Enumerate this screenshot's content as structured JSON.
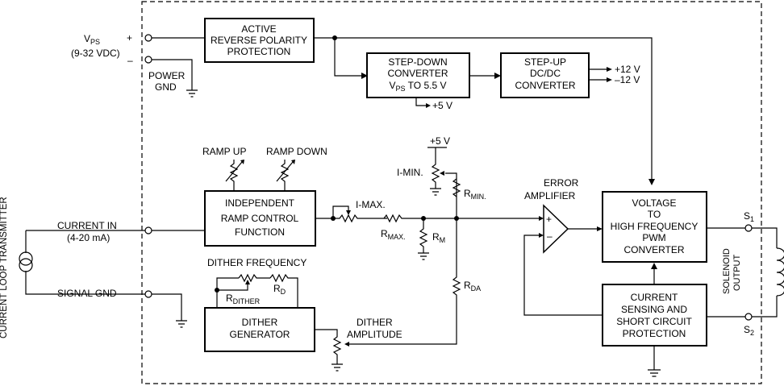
{
  "blocks": {
    "reverse_polarity": [
      "ACTIVE",
      "REVERSE POLARITY",
      "PROTECTION"
    ],
    "step_down": [
      "STEP-DOWN",
      "CONVERTER"
    ],
    "step_down_vps": "V",
    "step_down_vps_sub": "PS",
    "step_down_to": " TO 5.5 V",
    "step_up": [
      "STEP-UP",
      "DC/DC",
      "CONVERTER"
    ],
    "ramp_control": [
      "INDEPENDENT",
      "RAMP CONTROL",
      "FUNCTION"
    ],
    "dither_gen": [
      "DITHER",
      "GENERATOR"
    ],
    "pwm": [
      "VOLTAGE",
      "TO",
      "HIGH FREQUENCY",
      "PWM",
      "CONVERTER"
    ],
    "current_sense": [
      "CURRENT",
      "SENSING AND",
      "SHORT CIRCUIT",
      "PROTECTION"
    ]
  },
  "labels": {
    "vps_main": "V",
    "vps_sub": "PS",
    "vps_range": "(9-32 VDC)",
    "plus": "+",
    "minus": "–",
    "power_gnd": [
      "POWER",
      "GND"
    ],
    "plus_5v_out": "+5 V",
    "plus_12v": "+12 V",
    "minus_12v": "–12 V",
    "plus_5v_ref": "+5 V",
    "i_min": "I-MIN.",
    "r_min": "R",
    "r_min_sub": "MIN.",
    "error_amp": [
      "ERROR",
      "AMPLIFIER"
    ],
    "ramp_up": "RAMP UP",
    "ramp_down": "RAMP DOWN",
    "i_max": "I-MAX.",
    "r_max": "R",
    "r_max_sub": "MAX.",
    "r_m": "R",
    "r_m_sub": "M",
    "r_da": "R",
    "r_da_sub": "DA",
    "current_in": [
      "CURRENT IN",
      "(4-20 mA)"
    ],
    "signal_gnd": "SIGNAL GND",
    "current_loop": "CURRENT LOOP TRANSMITTER",
    "dither_freq": "DITHER FREQUENCY",
    "r_dither": "R",
    "r_dither_sub": "DITHER",
    "r_d": "R",
    "r_d_sub": "D",
    "dither_amp": [
      "DITHER",
      "AMPLITUDE"
    ],
    "s1": "S",
    "s1_sub": "1",
    "s2": "S",
    "s2_sub": "2",
    "solenoid": [
      "SOLENOID",
      "OUTPUT"
    ],
    "amp_plus": "+",
    "amp_minus": "–"
  }
}
